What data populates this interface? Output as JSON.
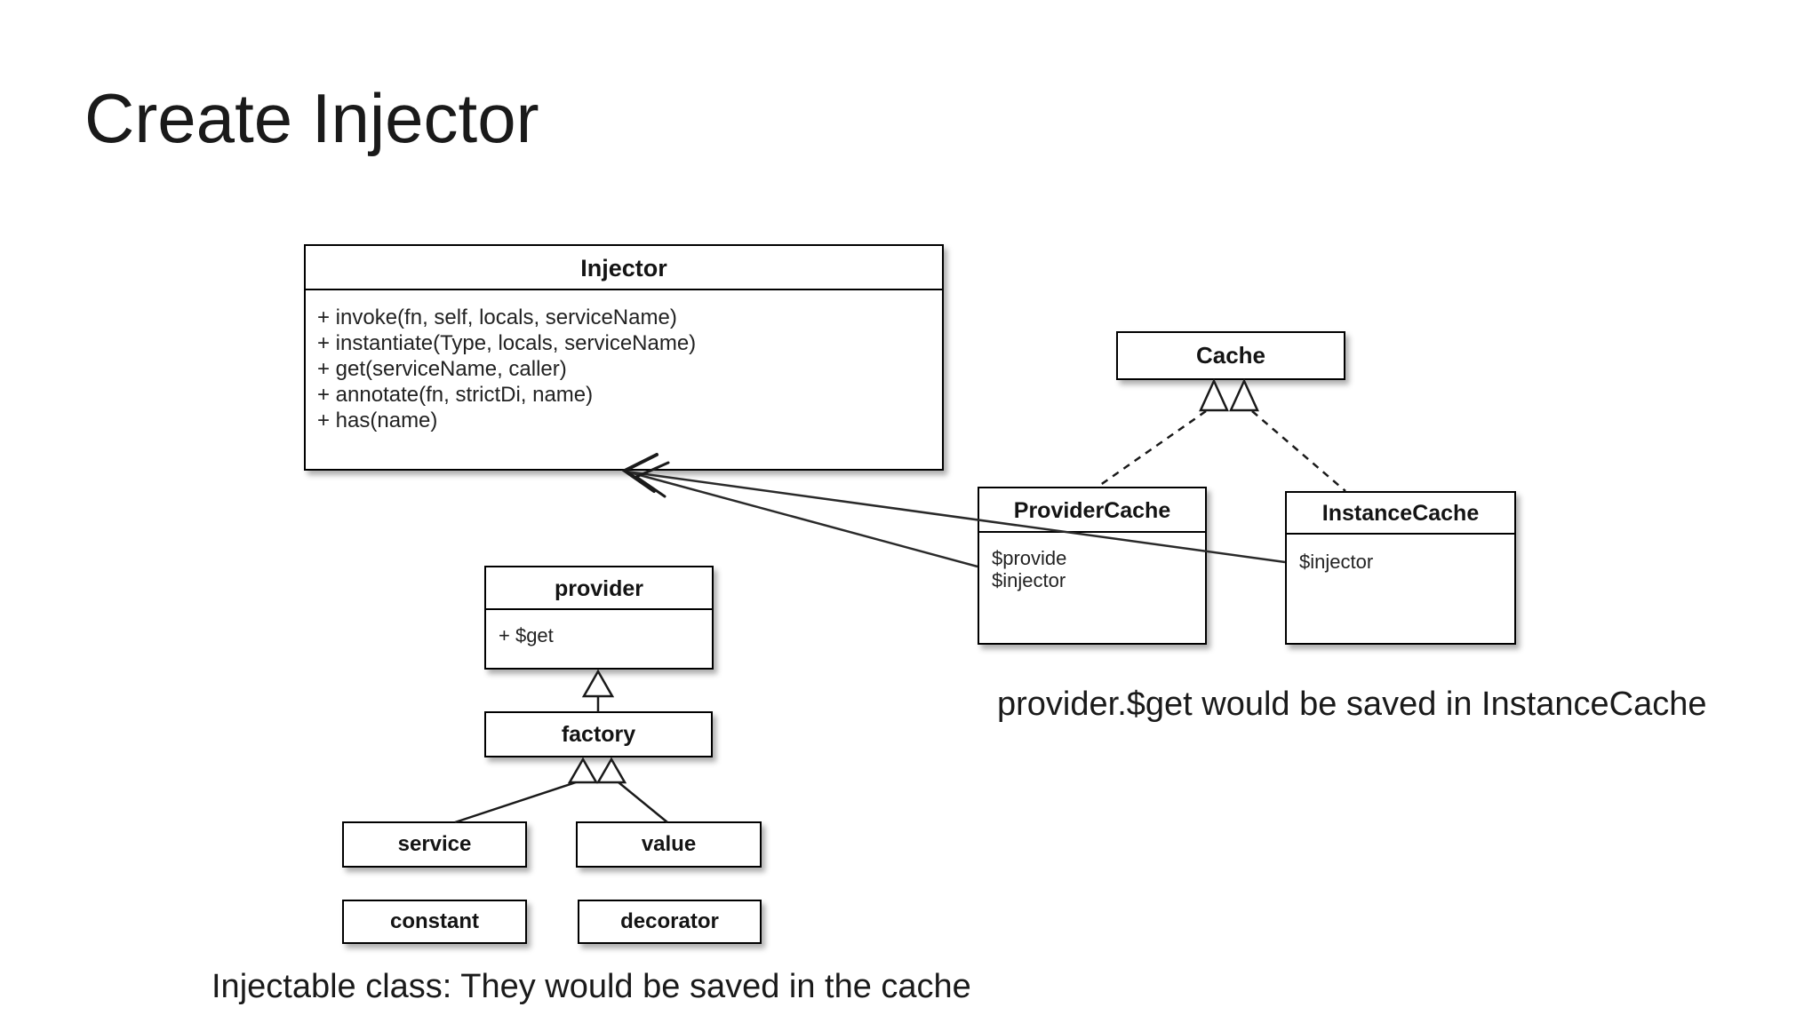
{
  "slide": {
    "title": "Create Injector"
  },
  "captions": {
    "instance_cache_note": "provider.$get would be saved in InstanceCache",
    "injectable_note": "Injectable class: They would be saved in the cache"
  },
  "classes": [
    {
      "name": "Injector",
      "members": [
        "+ invoke(fn, self, locals, serviceName)",
        "+ instantiate(Type, locals, serviceName)",
        "+ get(serviceName, caller)",
        "+ annotate(fn, strictDi, name)",
        "+ has(name)"
      ]
    },
    {
      "name": "Cache",
      "members": []
    },
    {
      "name": "ProviderCache",
      "members": [
        "$provide",
        "$injector"
      ]
    },
    {
      "name": "InstanceCache",
      "members": [
        "$injector"
      ]
    },
    {
      "name": "provider",
      "members": [
        "+ $get"
      ]
    },
    {
      "name": "factory",
      "members": []
    },
    {
      "name": "service",
      "members": []
    },
    {
      "name": "value",
      "members": []
    },
    {
      "name": "constant",
      "members": []
    },
    {
      "name": "decorator",
      "members": []
    }
  ],
  "relations": [
    {
      "from": "ProviderCache",
      "to": "Cache",
      "type": "realization (dashed line, hollow triangle)"
    },
    {
      "from": "InstanceCache",
      "to": "Cache",
      "type": "realization (dashed line, hollow triangle)"
    },
    {
      "from": "ProviderCache",
      "to": "Injector",
      "type": "dependency (open arrow)"
    },
    {
      "from": "InstanceCache",
      "to": "Injector",
      "type": "dependency (open arrow)"
    },
    {
      "from": "factory",
      "to": "provider",
      "type": "generalization (hollow triangle)"
    },
    {
      "from": "service",
      "to": "factory",
      "type": "generalization (hollow triangle)"
    },
    {
      "from": "value",
      "to": "factory",
      "type": "generalization (hollow triangle)"
    }
  ],
  "colors": {
    "background": "#ffffff",
    "box_fill": "#ffffff",
    "box_border": "#000000",
    "line": "#2a2a2a",
    "text": "#1a1a1a"
  }
}
